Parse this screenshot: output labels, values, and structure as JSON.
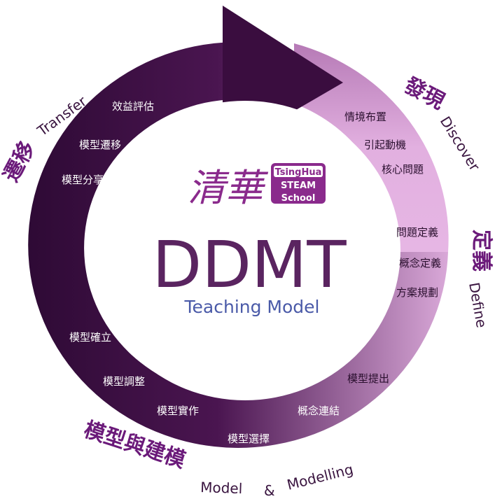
{
  "center": {
    "logo_chinese": "清華",
    "logo_badge": [
      "TsingHua",
      "STEAM",
      "School"
    ],
    "title": "DDMT",
    "subtitle": "Teaching Model"
  },
  "stages": [
    {
      "key": "discover",
      "zh": "發現",
      "en": "Discover",
      "steps": [
        "情境布置",
        "引起動機",
        "核心問題"
      ]
    },
    {
      "key": "define",
      "zh": "定義",
      "en": "Define",
      "steps": [
        "問題定義",
        "概念定義",
        "方案規劃"
      ]
    },
    {
      "key": "model",
      "zh": "模型與建模",
      "en": "Model",
      "en2": "&",
      "en3": "Modelling",
      "steps": [
        "模型提出",
        "概念連結",
        "模型選擇",
        "模型實作",
        "模型調整",
        "模型確立"
      ]
    },
    {
      "key": "transfer",
      "zh": "遷移",
      "en": "Transfer",
      "steps": [
        "模型分享",
        "模型遷移",
        "效益評估"
      ]
    }
  ],
  "colors": {
    "ring_dark": "#3a0d3f",
    "ring_light": "#e7b7e6",
    "ring_mid": "#8a4a8c",
    "label_purple": "#6b1a7a",
    "title": "#5a2460",
    "subtitle": "#4a5aa8",
    "logo": "#8a2a8c",
    "badge_bg": "#8a2a8c"
  }
}
